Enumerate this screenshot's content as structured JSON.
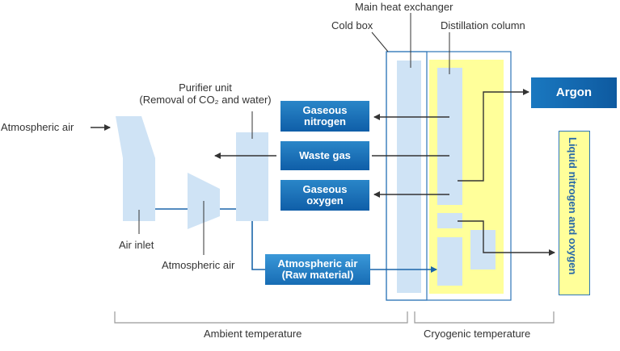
{
  "labels": {
    "atmospheric_air_in": "Atmospheric air",
    "air_inlet": "Air inlet",
    "compressor": "Atmospheric air",
    "purifier_line1": "Purifier unit",
    "purifier_line2": "(Removal of CO₂ and water)",
    "cold_box": "Cold box",
    "main_heat_exchanger": "Main heat exchanger",
    "distillation_column": "Distillation column",
    "ambient_temperature": "Ambient temperature",
    "cryogenic_temperature": "Cryogenic temperature"
  },
  "streams": {
    "gaseous_nitrogen": [
      "Gaseous",
      "nitrogen"
    ],
    "waste_gas": "Waste gas",
    "gaseous_oxygen": [
      "Gaseous",
      "oxygen"
    ],
    "raw_air": [
      "Atmospheric air",
      "(Raw material)"
    ]
  },
  "products": {
    "argon": "Argon",
    "liquid": "Liquid nitrogen and oxygen"
  },
  "colors": {
    "equipment": "#cfe3f5",
    "cold_region": "#ffff9a",
    "pipe": "#1a65aa",
    "label_box": "#1565aa"
  }
}
